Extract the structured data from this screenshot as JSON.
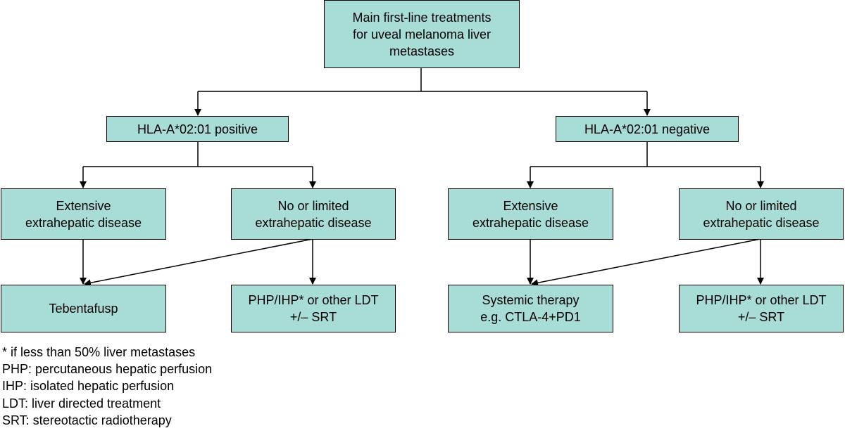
{
  "colors": {
    "node_fill": "#a8dcd6",
    "line": "#000000"
  },
  "nodes": {
    "root": "Main first-line treatments\nfor uveal melanoma liver\nmetastases",
    "pos": "HLA-A*02:01 positive",
    "neg": "HLA-A*02:01 negative",
    "pos_ext": "Extensive\nextrahepatic disease",
    "pos_lim": "No or limited\nextrahepatic disease",
    "neg_ext": "Extensive\nextrahepatic disease",
    "neg_lim": "No or limited\nextrahepatic disease",
    "teb": "Tebentafusp",
    "php1": "PHP/IHP* or other LDT\n+/– SRT",
    "sys": "Systemic therapy\ne.g. CTLA-4+PD1",
    "php2": "PHP/IHP* or other LDT\n+/– SRT"
  },
  "legend": [
    "* if less than 50% liver metastases",
    "PHP: percutaneous hepatic perfusion",
    "IHP: isolated hepatic perfusion",
    "LDT: liver directed treatment",
    "SRT: stereotactic radiotherapy"
  ]
}
